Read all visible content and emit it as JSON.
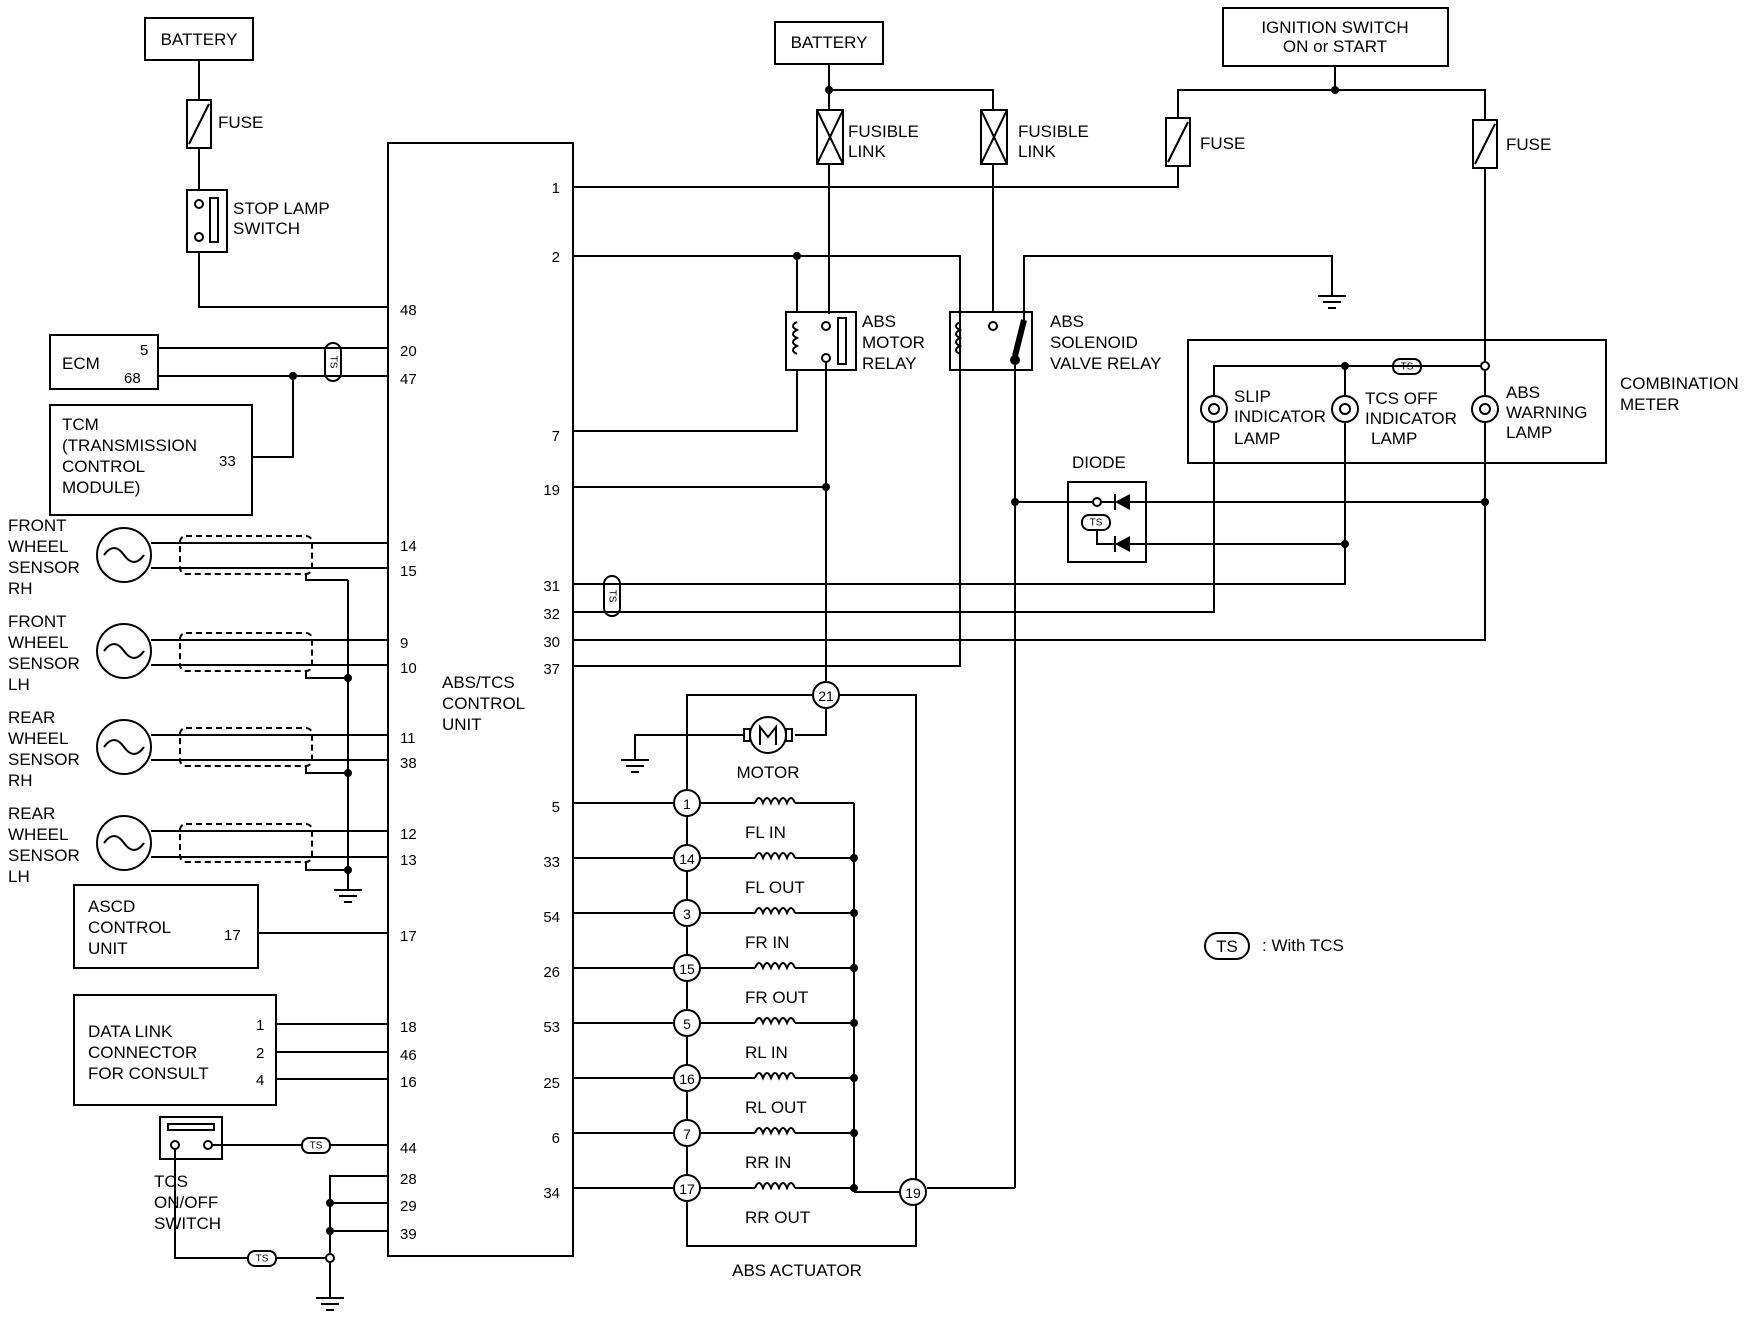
{
  "blocks": {
    "battery_left": "BATTERY",
    "battery_right": "BATTERY",
    "ignition_line1": "IGNITION SWITCH",
    "ignition_line2": "ON or START",
    "fuse": "FUSE",
    "fusible_line1": "FUSIBLE",
    "fusible_line2": "LINK",
    "stop_line1": "STOP LAMP",
    "stop_line2": "SWITCH",
    "ecm": "ECM",
    "tcm_lines": [
      "TCM",
      "(TRANSMISSION",
      "CONTROL",
      "MODULE)"
    ],
    "front_rh": [
      "FRONT",
      "WHEEL",
      "SENSOR",
      "RH"
    ],
    "front_lh": [
      "FRONT",
      "WHEEL",
      "SENSOR",
      "LH"
    ],
    "rear_rh": [
      "REAR",
      "WHEEL",
      "SENSOR",
      "RH"
    ],
    "rear_lh": [
      "REAR",
      "WHEEL",
      "SENSOR",
      "LH"
    ],
    "ascd_lines": [
      "ASCD",
      "CONTROL",
      "UNIT"
    ],
    "dlc_lines": [
      "DATA LINK",
      "CONNECTOR",
      "FOR CONSULT"
    ],
    "tcs_switch_lines": [
      "TCS",
      "ON/OFF",
      "SWITCH"
    ],
    "control_unit_lines": [
      "ABS/TCS",
      "CONTROL",
      "UNIT"
    ],
    "motor_relay_lines": [
      "ABS",
      "MOTOR",
      "RELAY"
    ],
    "solenoid_relay_lines": [
      "ABS",
      "SOLENOID",
      "VALVE RELAY"
    ],
    "combination_meter_lines": [
      "COMBINATION",
      "METER"
    ],
    "slip_lamp_lines": [
      "SLIP",
      "INDICATOR",
      "LAMP"
    ],
    "tcs_off_lamp_lines": [
      "TCS OFF",
      "INDICATOR",
      "LAMP"
    ],
    "abs_warning_lines": [
      "ABS",
      "WARNING",
      "LAMP"
    ],
    "diode": "DIODE",
    "motor": "MOTOR",
    "actuator": "ABS ACTUATOR",
    "ts": "TS",
    "legend_text": ": With TCS"
  },
  "pins": {
    "ecm_5": "5",
    "ecm_68": "68",
    "tcm_33": "33",
    "ascd_17": "17",
    "dlc_1": "1",
    "dlc_2": "2",
    "dlc_4": "4",
    "left": [
      "48",
      "20",
      "47",
      "14",
      "15",
      "9",
      "10",
      "11",
      "38",
      "12",
      "13",
      "17",
      "18",
      "46",
      "16",
      "44",
      "28",
      "29",
      "39"
    ],
    "right": [
      "1",
      "2",
      "7",
      "19",
      "31",
      "32",
      "30",
      "37",
      "5",
      "33",
      "54",
      "26",
      "53",
      "25",
      "6",
      "34"
    ]
  },
  "actuator": {
    "motor_pin": "21",
    "ground_pin": "19",
    "solenoids": [
      {
        "pin": "1",
        "label": "FL IN"
      },
      {
        "pin": "14",
        "label": "FL OUT"
      },
      {
        "pin": "3",
        "label": "FR IN"
      },
      {
        "pin": "15",
        "label": "FR OUT"
      },
      {
        "pin": "5",
        "label": "RL IN"
      },
      {
        "pin": "16",
        "label": "RL OUT"
      },
      {
        "pin": "7",
        "label": "RR IN"
      },
      {
        "pin": "17",
        "label": "RR OUT"
      }
    ]
  }
}
